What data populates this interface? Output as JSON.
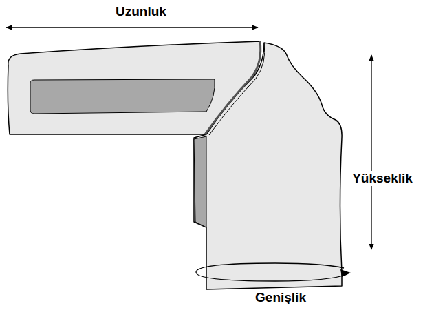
{
  "diagram": {
    "labels": [
      "Uzunluk",
      "Yükseklik",
      "Genişlik"
    ]
  }
}
